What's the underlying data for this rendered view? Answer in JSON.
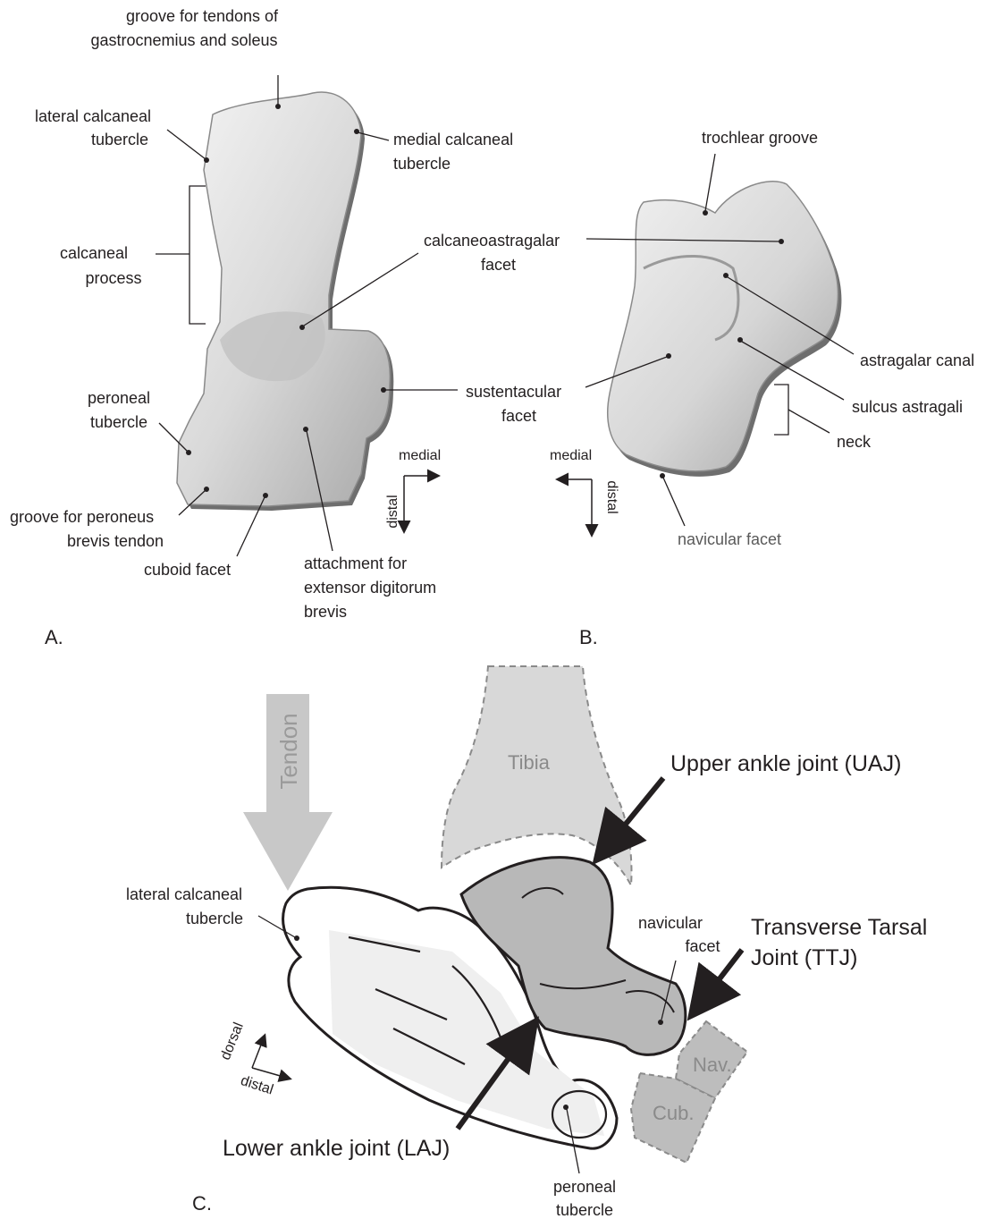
{
  "panels": {
    "a": "A.",
    "b": "B.",
    "c": "C."
  },
  "panel_a": {
    "groove_tendons": [
      "groove for tendons of",
      "gastrocnemius and soleus"
    ],
    "lateral_calc_tubercle": [
      "lateral calcaneal",
      "tubercle"
    ],
    "medial_calc_tubercle": [
      "medial calcaneal",
      "tubercle"
    ],
    "calcaneal_process": [
      "calcaneal",
      "process"
    ],
    "calcaneoastragalar_facet": [
      "calcaneoastragalar",
      "facet"
    ],
    "peroneal_tubercle": [
      "peroneal",
      "tubercle"
    ],
    "sustentacular_facet": [
      "sustentacular",
      "facet"
    ],
    "groove_peroneus": [
      "groove for peroneus",
      "brevis tendon"
    ],
    "cuboid_facet": "cuboid facet",
    "attachment": [
      "attachment for",
      "extensor digitorum",
      "brevis"
    ],
    "medial": "medial",
    "distal": "distal"
  },
  "panel_b": {
    "trochlear_groove": "trochlear groove",
    "astragalar_canal": "astragalar canal",
    "sulcus_astragali": "sulcus astragali",
    "neck": "neck",
    "navicular_facet": "navicular facet",
    "medial": "medial",
    "distal": "distal"
  },
  "panel_c": {
    "tibia": "Tibia",
    "tendon": "Tendon",
    "uaj": "Upper ankle joint (UAJ)",
    "ttj": [
      "Transverse Tarsal",
      "Joint (TTJ)"
    ],
    "laj": "Lower ankle joint (LAJ)",
    "lateral_calc_tubercle": [
      "lateral calcaneal",
      "tubercle"
    ],
    "navicular_facet": [
      "navicular",
      "facet"
    ],
    "peroneal_tubercle": [
      "peroneal",
      "tubercle"
    ],
    "nav": "Nav.",
    "cub": "Cub.",
    "dorsal": "dorsal",
    "distal": "distal"
  }
}
